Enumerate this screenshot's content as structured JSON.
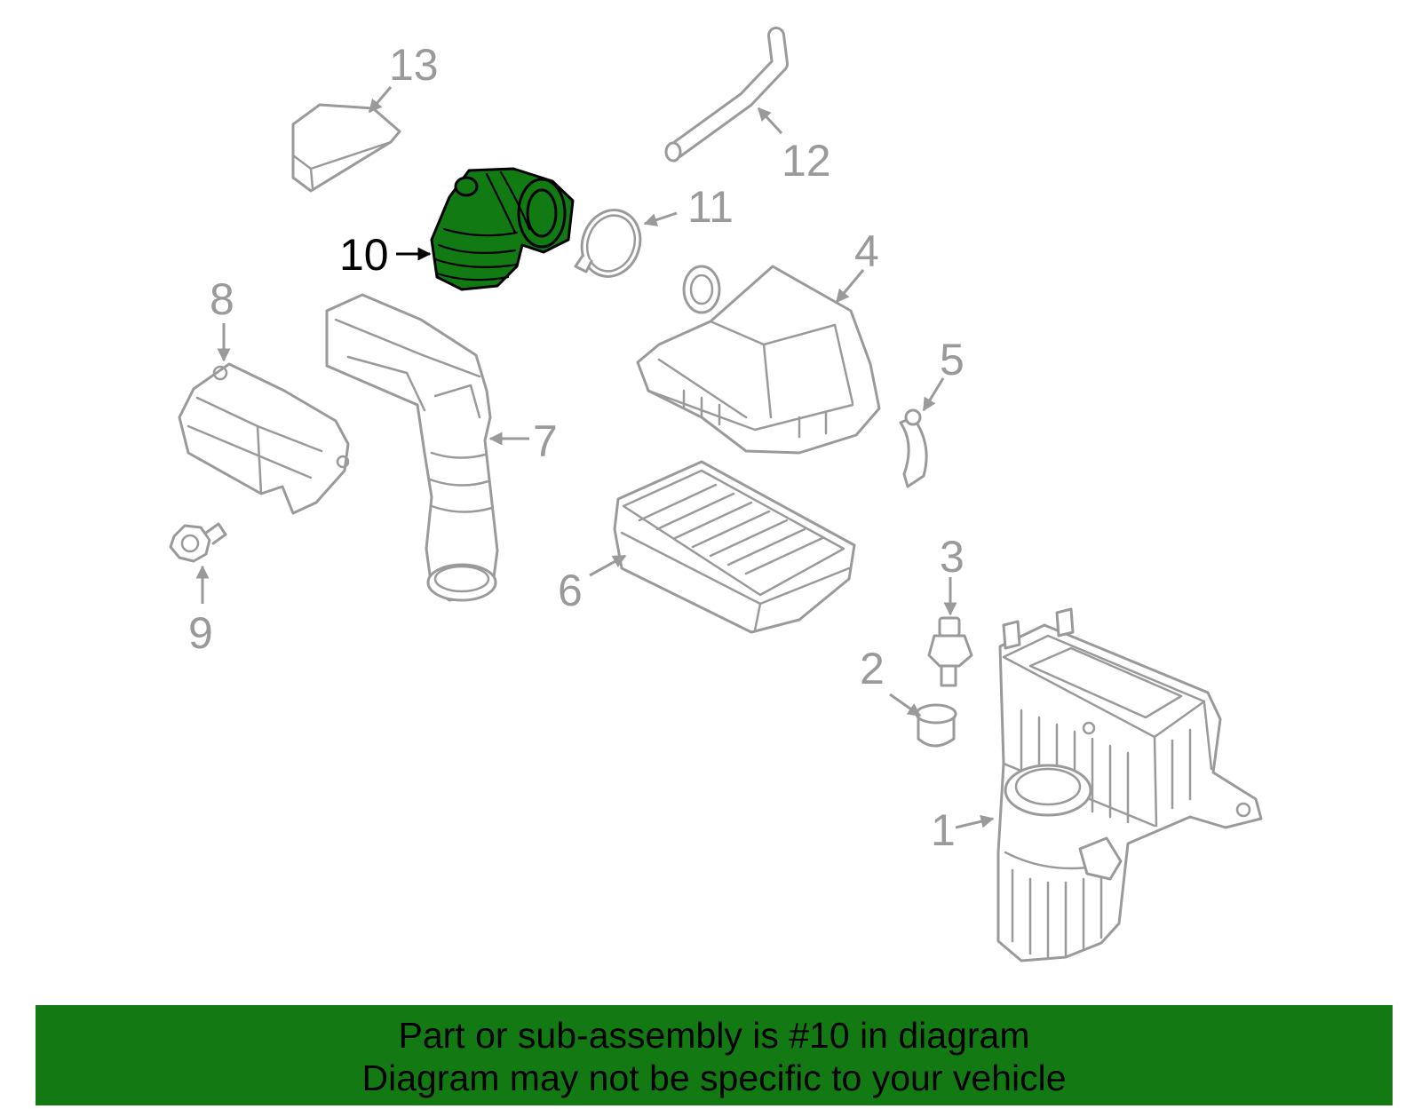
{
  "diagram": {
    "highlight_color": "#127a12",
    "highlighted_part": "10",
    "callouts": {
      "c1": "1",
      "c2": "2",
      "c3": "3",
      "c4": "4",
      "c5": "5",
      "c6": "6",
      "c7": "7",
      "c8": "8",
      "c9": "9",
      "c10": "10",
      "c11": "11",
      "c12": "12",
      "c13": "13"
    }
  },
  "banner": {
    "background": "#137a13",
    "line1": "Part or sub-assembly is #10 in diagram",
    "line2": "Diagram may not be specific to your vehicle"
  }
}
